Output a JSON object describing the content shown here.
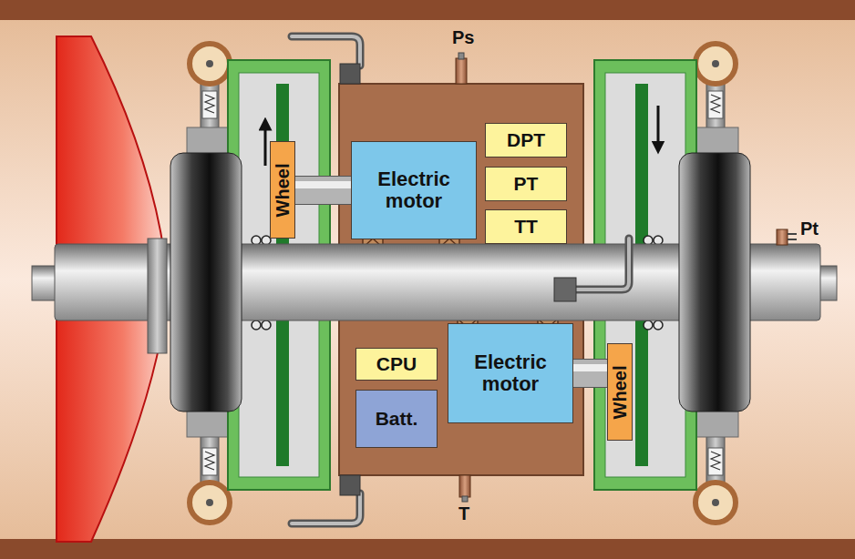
{
  "diagram": {
    "nodes": [
      {
        "text": [
          "Wheel"
        ]
      },
      {
        "text": [
          "Electric motor"
        ]
      },
      {
        "text": [
          "DPT"
        ]
      },
      {
        "text": [
          "PT"
        ]
      },
      {
        "text": [
          "TT"
        ]
      },
      {
        "text": [
          "CPU"
        ]
      },
      {
        "text": [
          "Batt."
        ]
      },
      {
        "text": [
          "Electric motor"
        ]
      },
      {
        "text": [
          "Wheel"
        ]
      }
    ],
    "edges": [
      {
        "from": 1,
        "to": 0,
        "arrow": "none"
      },
      {
        "from": 7,
        "to": 8,
        "arrow": "none"
      }
    ],
    "labels": [
      "Ps",
      "T",
      "Pt"
    ]
  }
}
